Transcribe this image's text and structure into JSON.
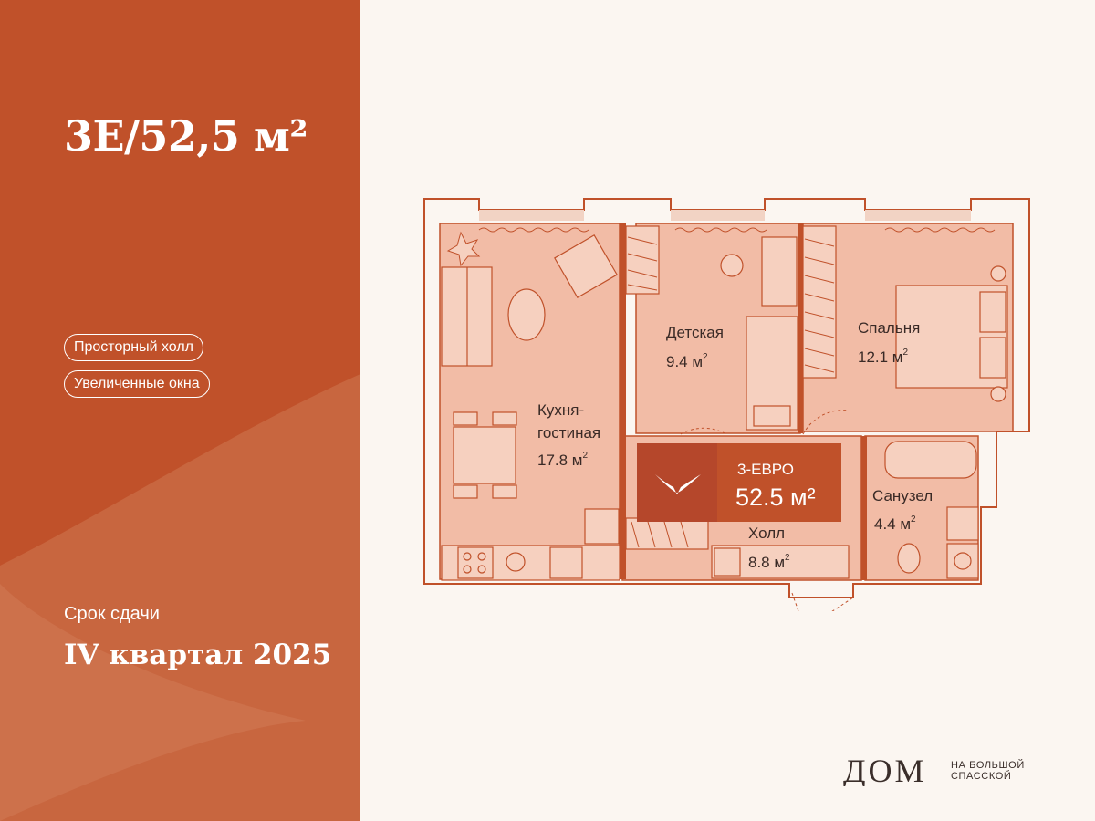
{
  "title": "3E/52,5 м²",
  "features": [
    "Просторный холл",
    "Увеличенные окна"
  ],
  "delivery": {
    "label": "Срок сдачи",
    "value": "IV квартал 2025"
  },
  "badge": {
    "type": "3-ЕВРО",
    "area": "52.5 м²"
  },
  "rooms": [
    {
      "name_lines": [
        "Кухня-",
        "гостиная"
      ],
      "area": "17.8 м",
      "sup": "2"
    },
    {
      "name_lines": [
        "Детская"
      ],
      "area": "9.4 м",
      "sup": "2"
    },
    {
      "name_lines": [
        "Спальня"
      ],
      "area": "12.1 м",
      "sup": "2"
    },
    {
      "name_lines": [
        "Санузел"
      ],
      "area": "4.4 м",
      "sup": "2"
    },
    {
      "name_lines": [
        "Холл"
      ],
      "area": "8.8 м",
      "sup": "2"
    }
  ],
  "logo": {
    "mark": "ДОМ",
    "line1": "НА БОЛЬШОЙ",
    "line2": "СПАССКОЙ"
  },
  "colors": {
    "panel": "#c0512a",
    "room_fill": "#f2bca6",
    "wall": "#c0512a",
    "badge_dark": "#b5472b",
    "background": "#fbf6f1"
  }
}
